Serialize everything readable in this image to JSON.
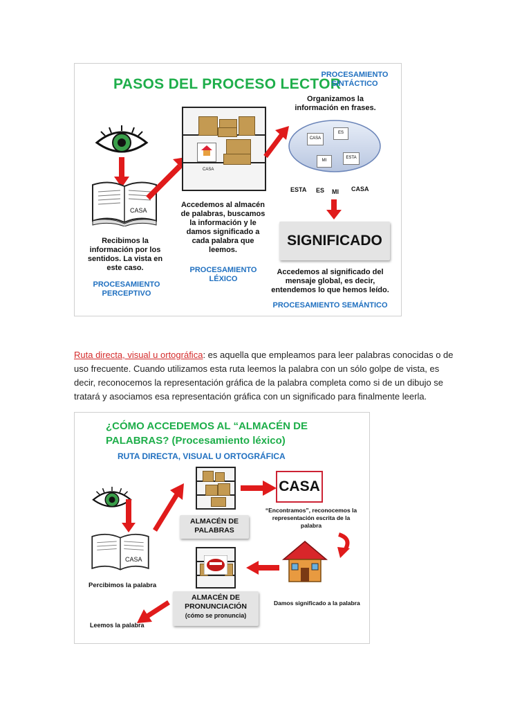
{
  "figure1": {
    "title": "PASOS DEL PROCESO LECTOR",
    "sintactico_label": "PROCESAMIENTO SINTÁCTICO",
    "sintactico_desc": "Organizamos la información en frases.",
    "bubble_words": [
      "CASA",
      "ES",
      "MI",
      "ESTA"
    ],
    "word_order": [
      "ESTA",
      "ES",
      "MI",
      "CASA"
    ],
    "book_word": "CASA",
    "shelf_word": "CASA",
    "perceptivo_desc": "Recibimos la información por los sentidos. La vista en este caso.",
    "perceptivo_label": "PROCESAMIENTO PERCEPTIVO",
    "lexico_desc": "Accedemos al almacén de palabras, buscamos la información y le damos significado a cada palabra que leemos.",
    "lexico_label": "PROCESAMIENTO LÉXICO",
    "significado": "SIGNIFICADO",
    "semantico_desc": "Accedemos al significado del mensaje global, es decir, entendemos lo que hemos leído.",
    "semantico_label": "PROCESAMIENTO SEMÁNTICO"
  },
  "paragraph": {
    "link_text": "Ruta directa, visual u ortográfica",
    "body": ": es aquella que empleamos para leer palabras conocidas o de uso frecuente. Cuando utilizamos esta ruta leemos la palabra con un sólo golpe de vista, es decir, reconocemos la representación gráfica de la palabra completa como si de un dibujo se tratará y asociamos esa representación gráfica con un significado para finalmente leerla."
  },
  "figure2": {
    "title_line1": "¿CÓMO ACCEDEMOS AL “ALMACÉN DE",
    "title_line2": "PALABRAS? (Procesamiento léxico)",
    "subtitle": "RUTA DIRECTA, VISUAL U ORTOGRÁFICA",
    "casa_word": "CASA",
    "encontramos": "“Encontramos”, reconocemos la representación escrita de la palabra",
    "almacen_palabras": "ALMACÉN DE PALABRAS",
    "book_word": "CASA",
    "percibimos": "Percibimos la palabra",
    "almacen_pron_1": "ALMACÉN DE",
    "almacen_pron_2": "PRONUNCIACIÓN",
    "almacen_pron_3": "(cómo se pronuncia)",
    "damos": "Damos significado a la palabra",
    "leemos": "Leemos la palabra"
  },
  "colors": {
    "green": "#1eae4a",
    "blue": "#2070c0",
    "arrow": "#e01b1b",
    "link": "#d42a2a"
  }
}
